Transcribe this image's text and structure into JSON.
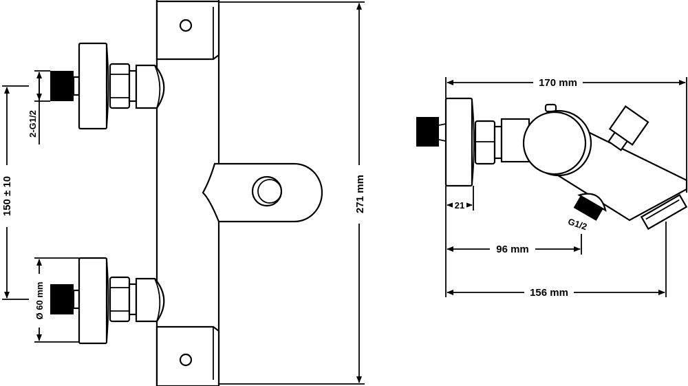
{
  "front_view": {
    "height_label": "271 mm",
    "spacing_label": "150 ± 10",
    "inlet_thread_label": "2-G1/2",
    "flange_diameter_label": "Ø 60 mm"
  },
  "side_view": {
    "depth_label": "170 mm",
    "flange_depth_label": "21",
    "outlet_thread_label": "G1/2",
    "outlet_distance_label": "96 mm",
    "spout_distance_label": "156 mm"
  }
}
